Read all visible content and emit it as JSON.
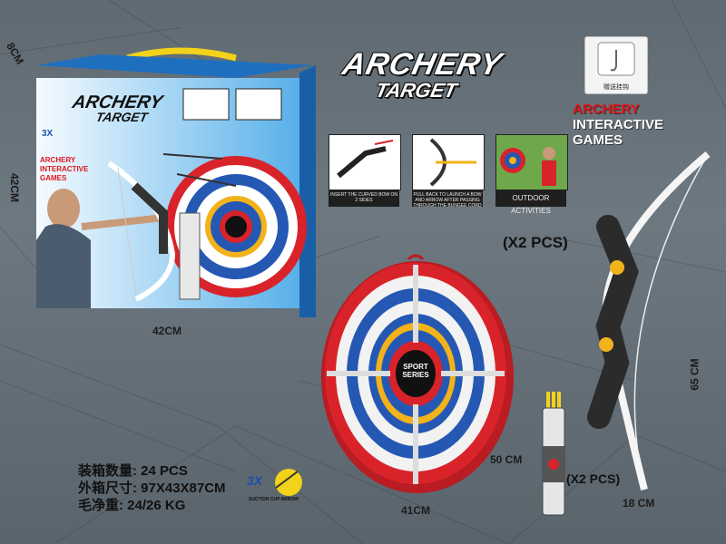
{
  "product": {
    "title_line1": "ARCHERY",
    "title_line2": "TARGET",
    "interactive_line1": "ARCHERY",
    "interactive_line2": "INTERACTIVE",
    "interactive_line3": "GAMES",
    "hook_label": "赠送挂钩",
    "feature_captions": [
      "INSERT THE CURVED BOW ON 2 SIDES",
      "PULL BACK TO LAUNCH A BOW AND ARROW AFTER PASSING THROUGH THE BUNGEE CORD",
      "OUTDOOR ACTIVITIES"
    ],
    "target_label": "SPORT SERIES",
    "suction_badge": "3X",
    "suction_text": "SUCTION CUP ARROW"
  },
  "box": {
    "title_line1": "ARCHERY",
    "title_line2": "TARGET",
    "interactive_line1": "ARCHERY",
    "interactive_line2": "INTERACTIVE",
    "interactive_line3": "GAMES",
    "badge": "3X"
  },
  "dimensions": {
    "box_depth": "8CM",
    "box_height": "42CM",
    "box_width": "42CM",
    "target_width": "41CM",
    "quiver_height": "50 CM",
    "bow_height": "65 CM",
    "bow_width": "18 CM"
  },
  "quantities": {
    "bow": "(X2 PCS)",
    "quiver": "(X2 PCS)"
  },
  "specs": {
    "line1": "装箱数量: 24 PCS",
    "line2": "外箱尺寸: 97X43X87CM",
    "line3": "毛净重: 24/26 KG"
  },
  "colors": {
    "background": "#646f77",
    "target_red": "#d9232a",
    "target_blue": "#1f4fa8",
    "target_yellow": "#f2b21a",
    "box_blue": "#2f8fd8",
    "accent_red": "#e0161b"
  }
}
